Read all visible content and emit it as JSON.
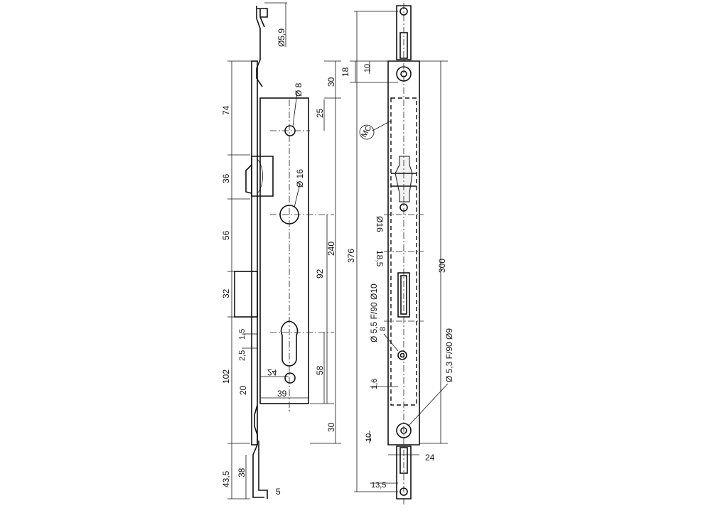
{
  "side_view": {
    "hole_top": "Ø5,9",
    "dim_30_top": "30",
    "dim_74": "74",
    "dim_8": "Ø 8",
    "dim_25": "25",
    "dim_36": "36",
    "dim_16": "Ø 16",
    "dim_56": "56",
    "dim_240": "240",
    "dim_92": "92",
    "dim_32": "32",
    "dim_1_5": "1,5",
    "dim_2_5": "2,5",
    "dim_24": "24",
    "dim_58": "58",
    "dim_102": "102",
    "dim_20": "20",
    "dim_39": "39",
    "dim_30_bottom": "30",
    "dim_38": "38",
    "dim_43_5": "43,5",
    "dim_5": "5",
    "dim_376": "376"
  },
  "front_view": {
    "dim_18": "18",
    "dim_10_top": "10",
    "mc_label": "MC",
    "dim_16": "Ø16",
    "dim_18_5": "18,5",
    "dim_300": "300",
    "screw_hole": "Ø 5,5 F/90 Ø10",
    "dim_8": "8",
    "countersunk": "Ø 5,3 F/90 Ø9",
    "dim_1_6": "1,6",
    "dim_10_bottom": "10",
    "dim_24": "24",
    "dim_13_5": "13,5"
  }
}
